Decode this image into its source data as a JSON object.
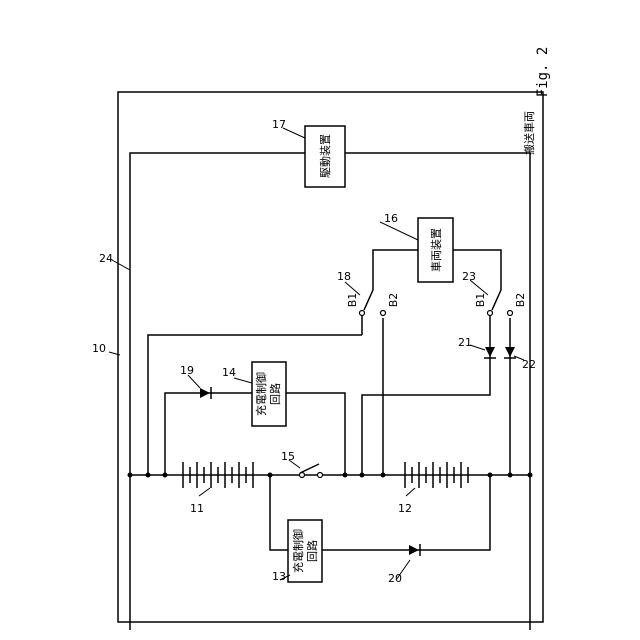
{
  "figure_label": "Fig. 2",
  "vehicle_label": "搬送車両",
  "refs": {
    "r10": "10",
    "r11": "11",
    "r12": "12",
    "r13": "13",
    "r14": "14",
    "r15": "15",
    "r16": "16",
    "r17": "17",
    "r18": "18",
    "r19": "19",
    "r20": "20",
    "r21": "21",
    "r22": "22",
    "r23": "23",
    "r24": "24"
  },
  "components": {
    "drive_device": "駆動装置",
    "vehicle_device": "車両装置",
    "charge_control_14": [
      "充電制御",
      "回路"
    ],
    "charge_control_13": [
      "充電制御",
      "回路"
    ]
  },
  "switch_18": {
    "contact_1": "B1",
    "contact_2": "B2"
  },
  "switch_23": {
    "contact_1": "B1",
    "contact_2": "B2"
  }
}
